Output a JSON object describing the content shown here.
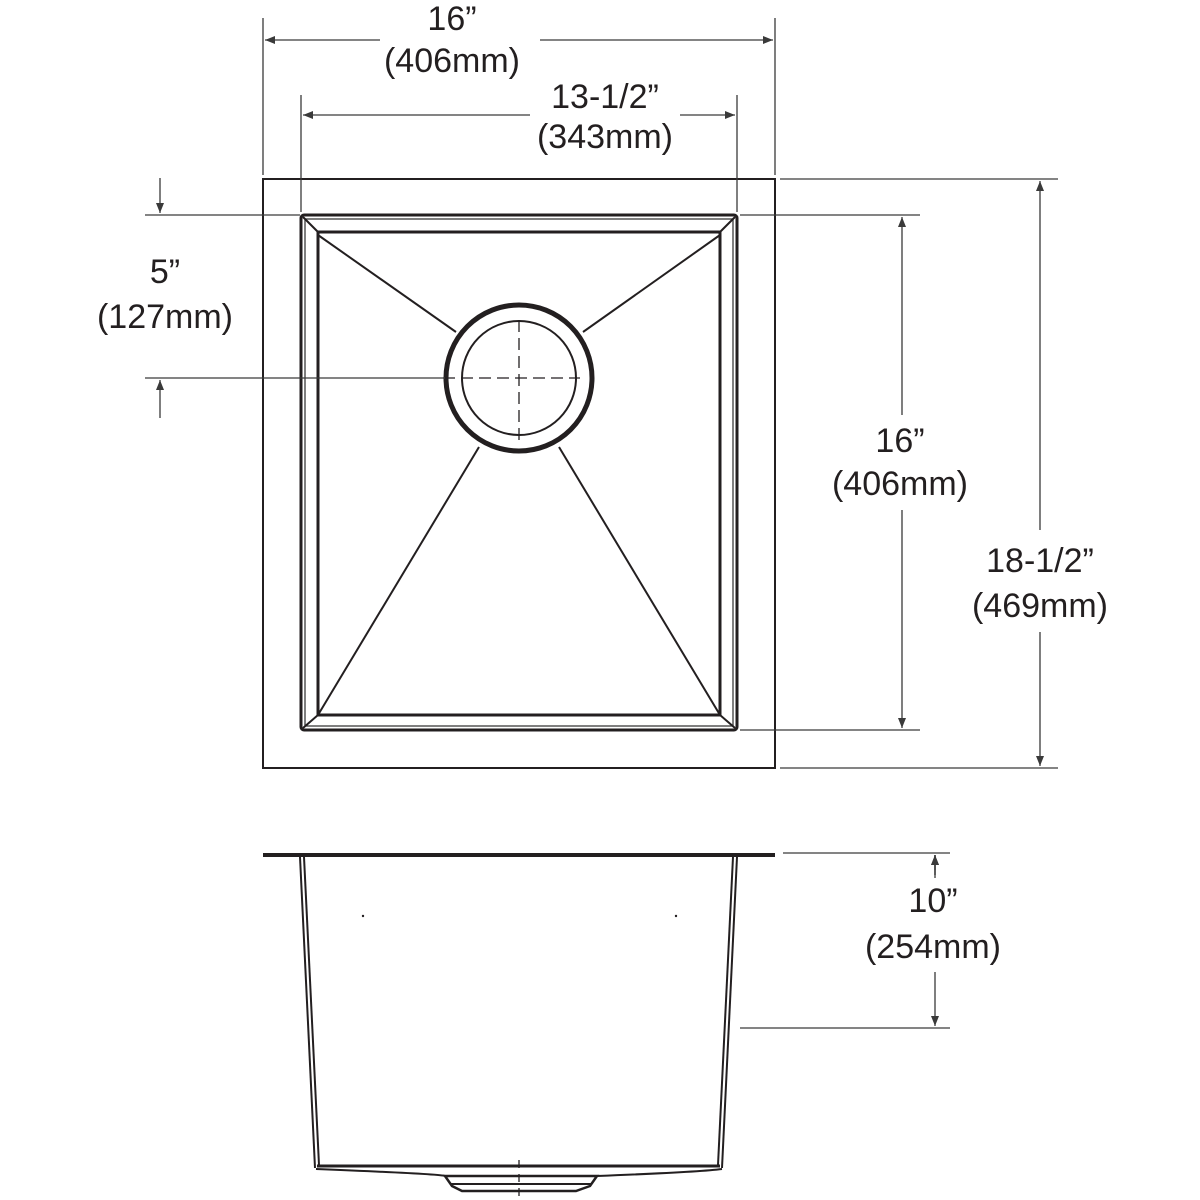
{
  "top_view": {
    "overall_width": {
      "imperial": "16”",
      "metric": "(406mm)"
    },
    "bowl_width": {
      "imperial": "13-1/2”",
      "metric": "(343mm)"
    },
    "drain_offset": {
      "imperial": "5”",
      "metric": "(127mm)"
    },
    "bowl_length": {
      "imperial": "16”",
      "metric": "(406mm)"
    },
    "overall_length": {
      "imperial": "18-1/2”",
      "metric": "(469mm)"
    }
  },
  "side_view": {
    "depth": {
      "imperial": "10”",
      "metric": "(254mm)"
    }
  },
  "colors": {
    "line": "#231f20",
    "background": "#ffffff"
  }
}
